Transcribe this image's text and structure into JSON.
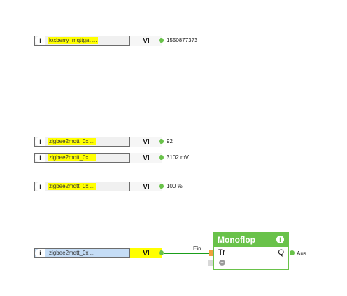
{
  "blocks": [
    {
      "name": "loxberry_mqttgat ...",
      "type": "VI",
      "value": "1550877373"
    },
    {
      "name": "zigbee2mqtt_0x ...",
      "type": "VI",
      "value": "92"
    },
    {
      "name": "zigbee2mqtt_0x ...",
      "type": "VI",
      "value": "3102 mV"
    },
    {
      "name": "zigbee2mqtt_0x ...",
      "type": "VI",
      "value": "100 %"
    },
    {
      "name": "zigbee2mqtt_0x ...",
      "type": "VI",
      "value": ""
    }
  ],
  "monoflop": {
    "title": "Monoflop",
    "input_name": "Tr",
    "output_name": "Q",
    "input_label": "Ein",
    "output_label": "Aus"
  },
  "icons": {
    "info": "i",
    "plus": "+"
  },
  "colors": {
    "accent_green": "#69c24a",
    "highlight_yellow": "#ffff00",
    "selected_blue": "#c5ddf6"
  }
}
